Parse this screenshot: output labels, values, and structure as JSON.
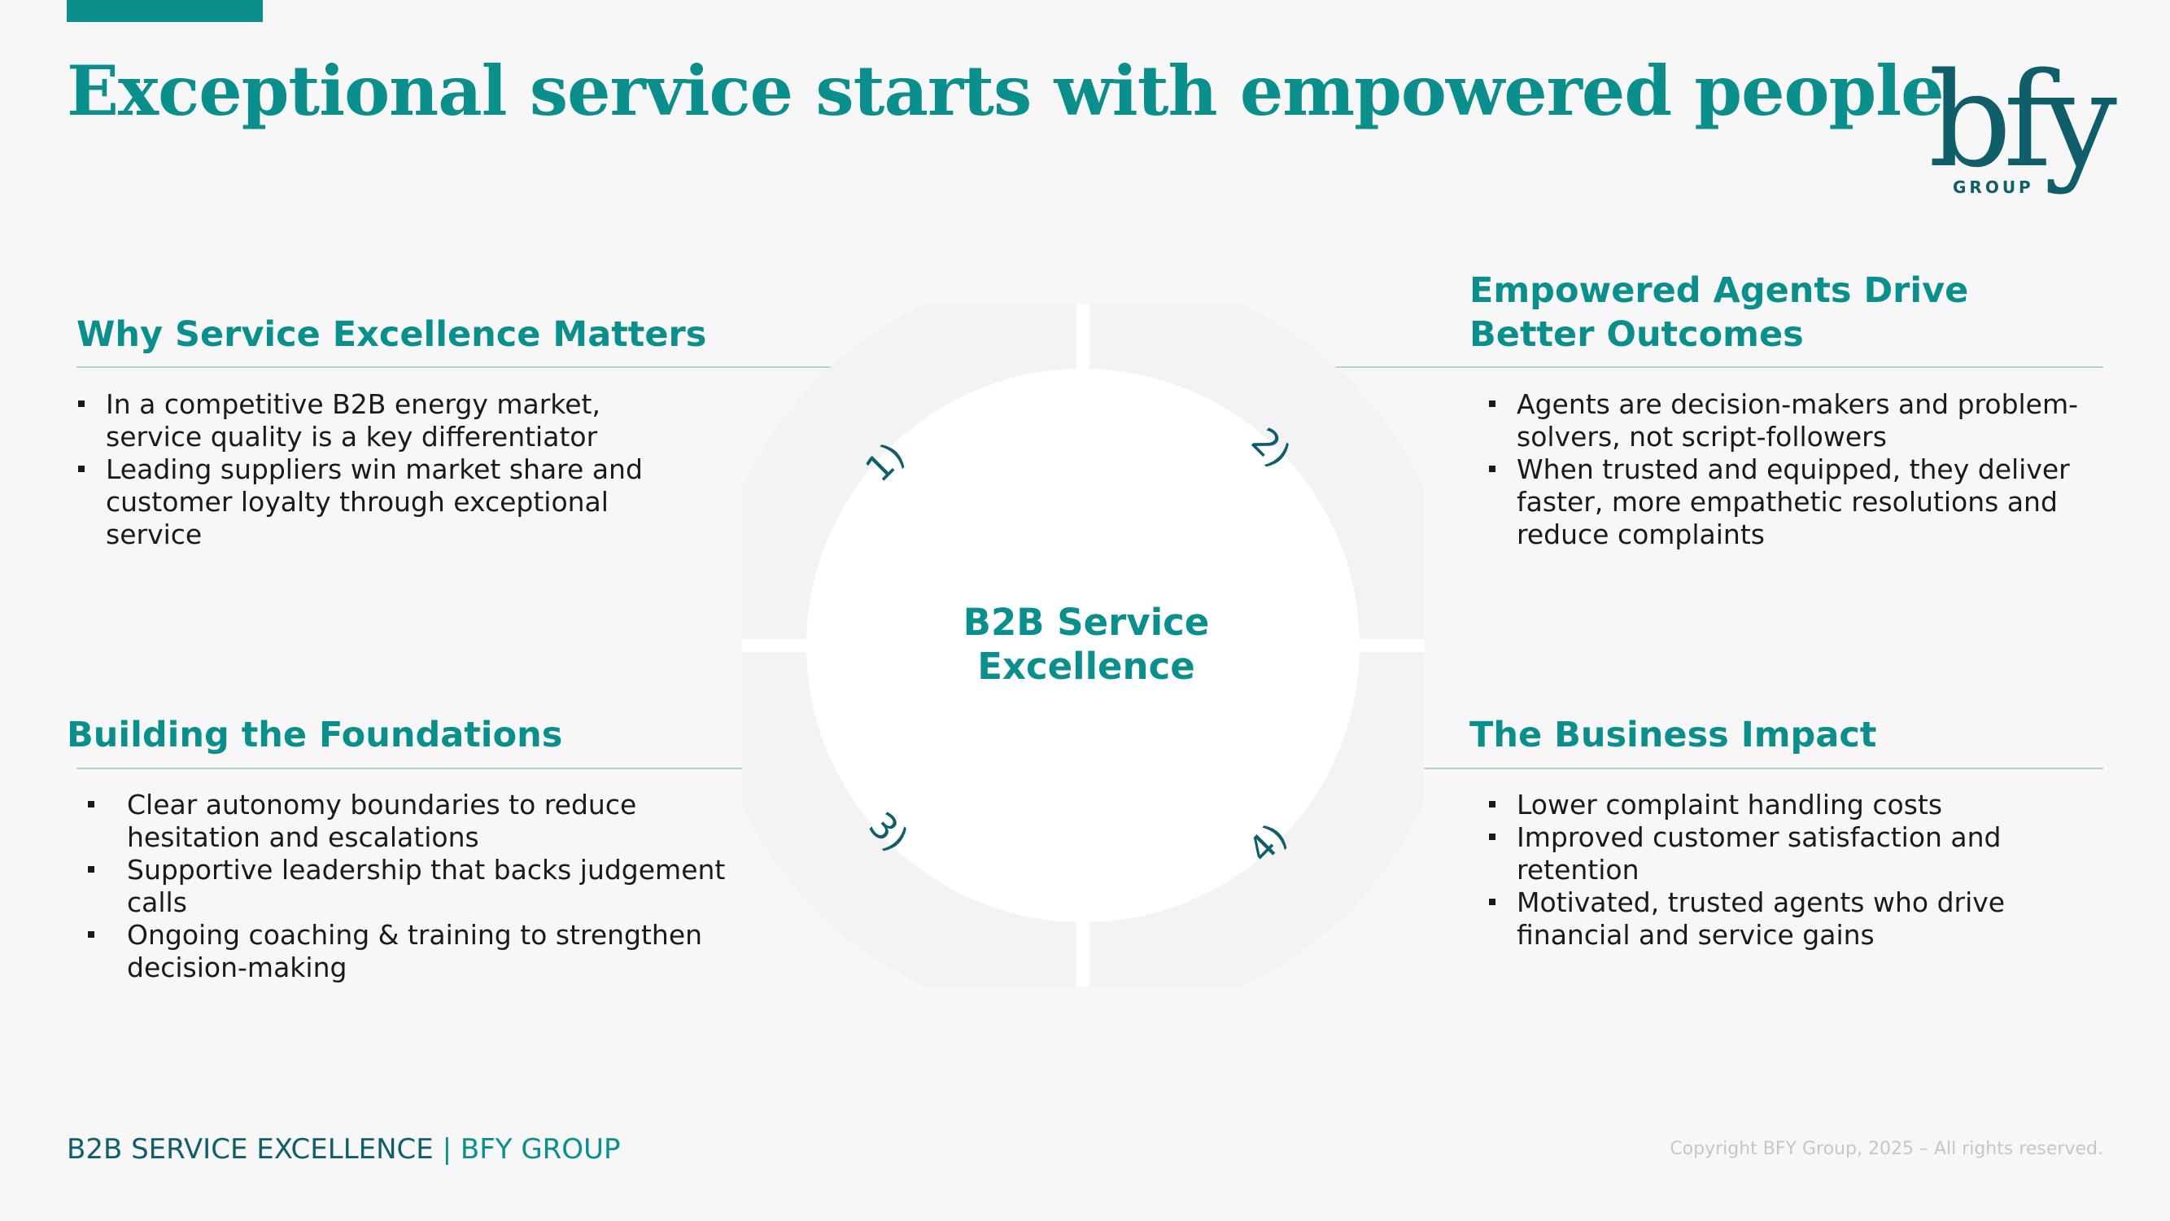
{
  "header": {
    "title": "Exceptional service starts with empowered people"
  },
  "logo": {
    "mark": "bfy",
    "sub": "GROUP"
  },
  "diagram": {
    "center_lines": [
      "B2B Service",
      "Excellence"
    ],
    "quadrant_numbers": [
      "1)",
      "2)",
      "3)",
      "4)"
    ]
  },
  "sections": {
    "why": {
      "title": "Why Service Excellence Matters",
      "bullets": [
        "In a competitive B2B energy market, service quality is a key differentiator",
        "Leading suppliers win market share and customer loyalty through exceptional service"
      ]
    },
    "agents": {
      "title_lines": [
        "Empowered Agents Drive",
        "Better Outcomes"
      ],
      "bullets": [
        "Agents are decision-makers and problem-solvers, not script-followers",
        "When trusted and equipped, they deliver faster, more empathetic resolutions and reduce complaints"
      ]
    },
    "foundations": {
      "title": "Building the Foundations",
      "bullets": [
        "Clear autonomy boundaries to reduce hesitation and escalations",
        "Supportive leadership that backs judgement calls",
        "Ongoing coaching & training to strengthen decision-making"
      ]
    },
    "impact": {
      "title": "The Business Impact",
      "bullets": [
        "Lower complaint handling costs",
        "Improved customer satisfaction and retention",
        "Motivated, trusted agents who drive financial and service gains"
      ]
    }
  },
  "footer": {
    "left_main": "B2B SERVICE EXCELLENCE",
    "left_sep": " | ",
    "left_alt": "BFY GROUP",
    "copyright": "Copyright BFY Group, 2025 – All rights reserved."
  },
  "colors": {
    "accent": "#0b8f8c",
    "dark_teal": "#0f5e69",
    "rule": "#a9d6d4",
    "background": "#f7f7f7"
  }
}
